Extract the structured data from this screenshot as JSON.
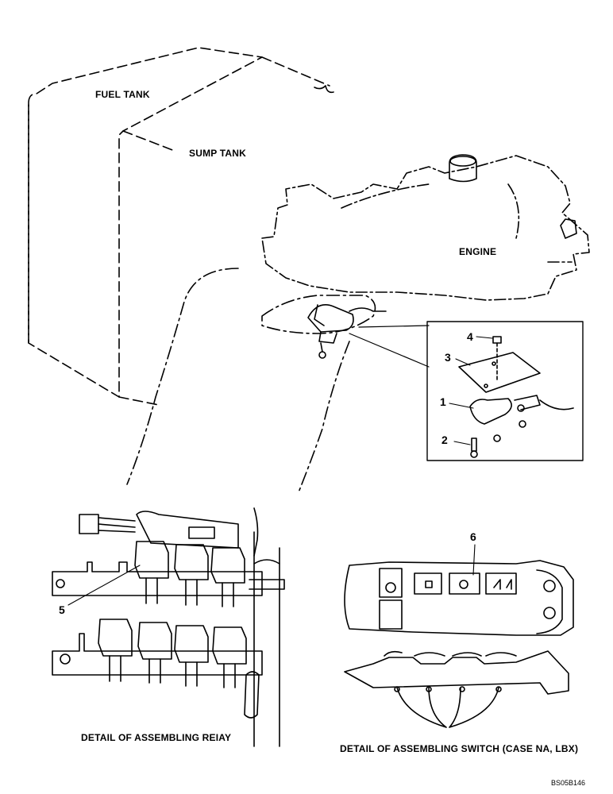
{
  "labels": {
    "fuel_tank": "FUEL TANK",
    "sump_tank": "SUMP TANK",
    "engine": "ENGINE",
    "detail_relay": "DETAIL OF ASSEMBLING REIAY",
    "detail_switch": "DETAIL OF ASSEMBLING SWITCH (CASE NA, LBX)",
    "drawing_code": "BS05B146"
  },
  "callouts": {
    "c1": "1",
    "c2": "2",
    "c3": "3",
    "c4": "4",
    "c5": "5",
    "c6": "6"
  },
  "colors": {
    "line": "#000000",
    "background": "#ffffff"
  }
}
